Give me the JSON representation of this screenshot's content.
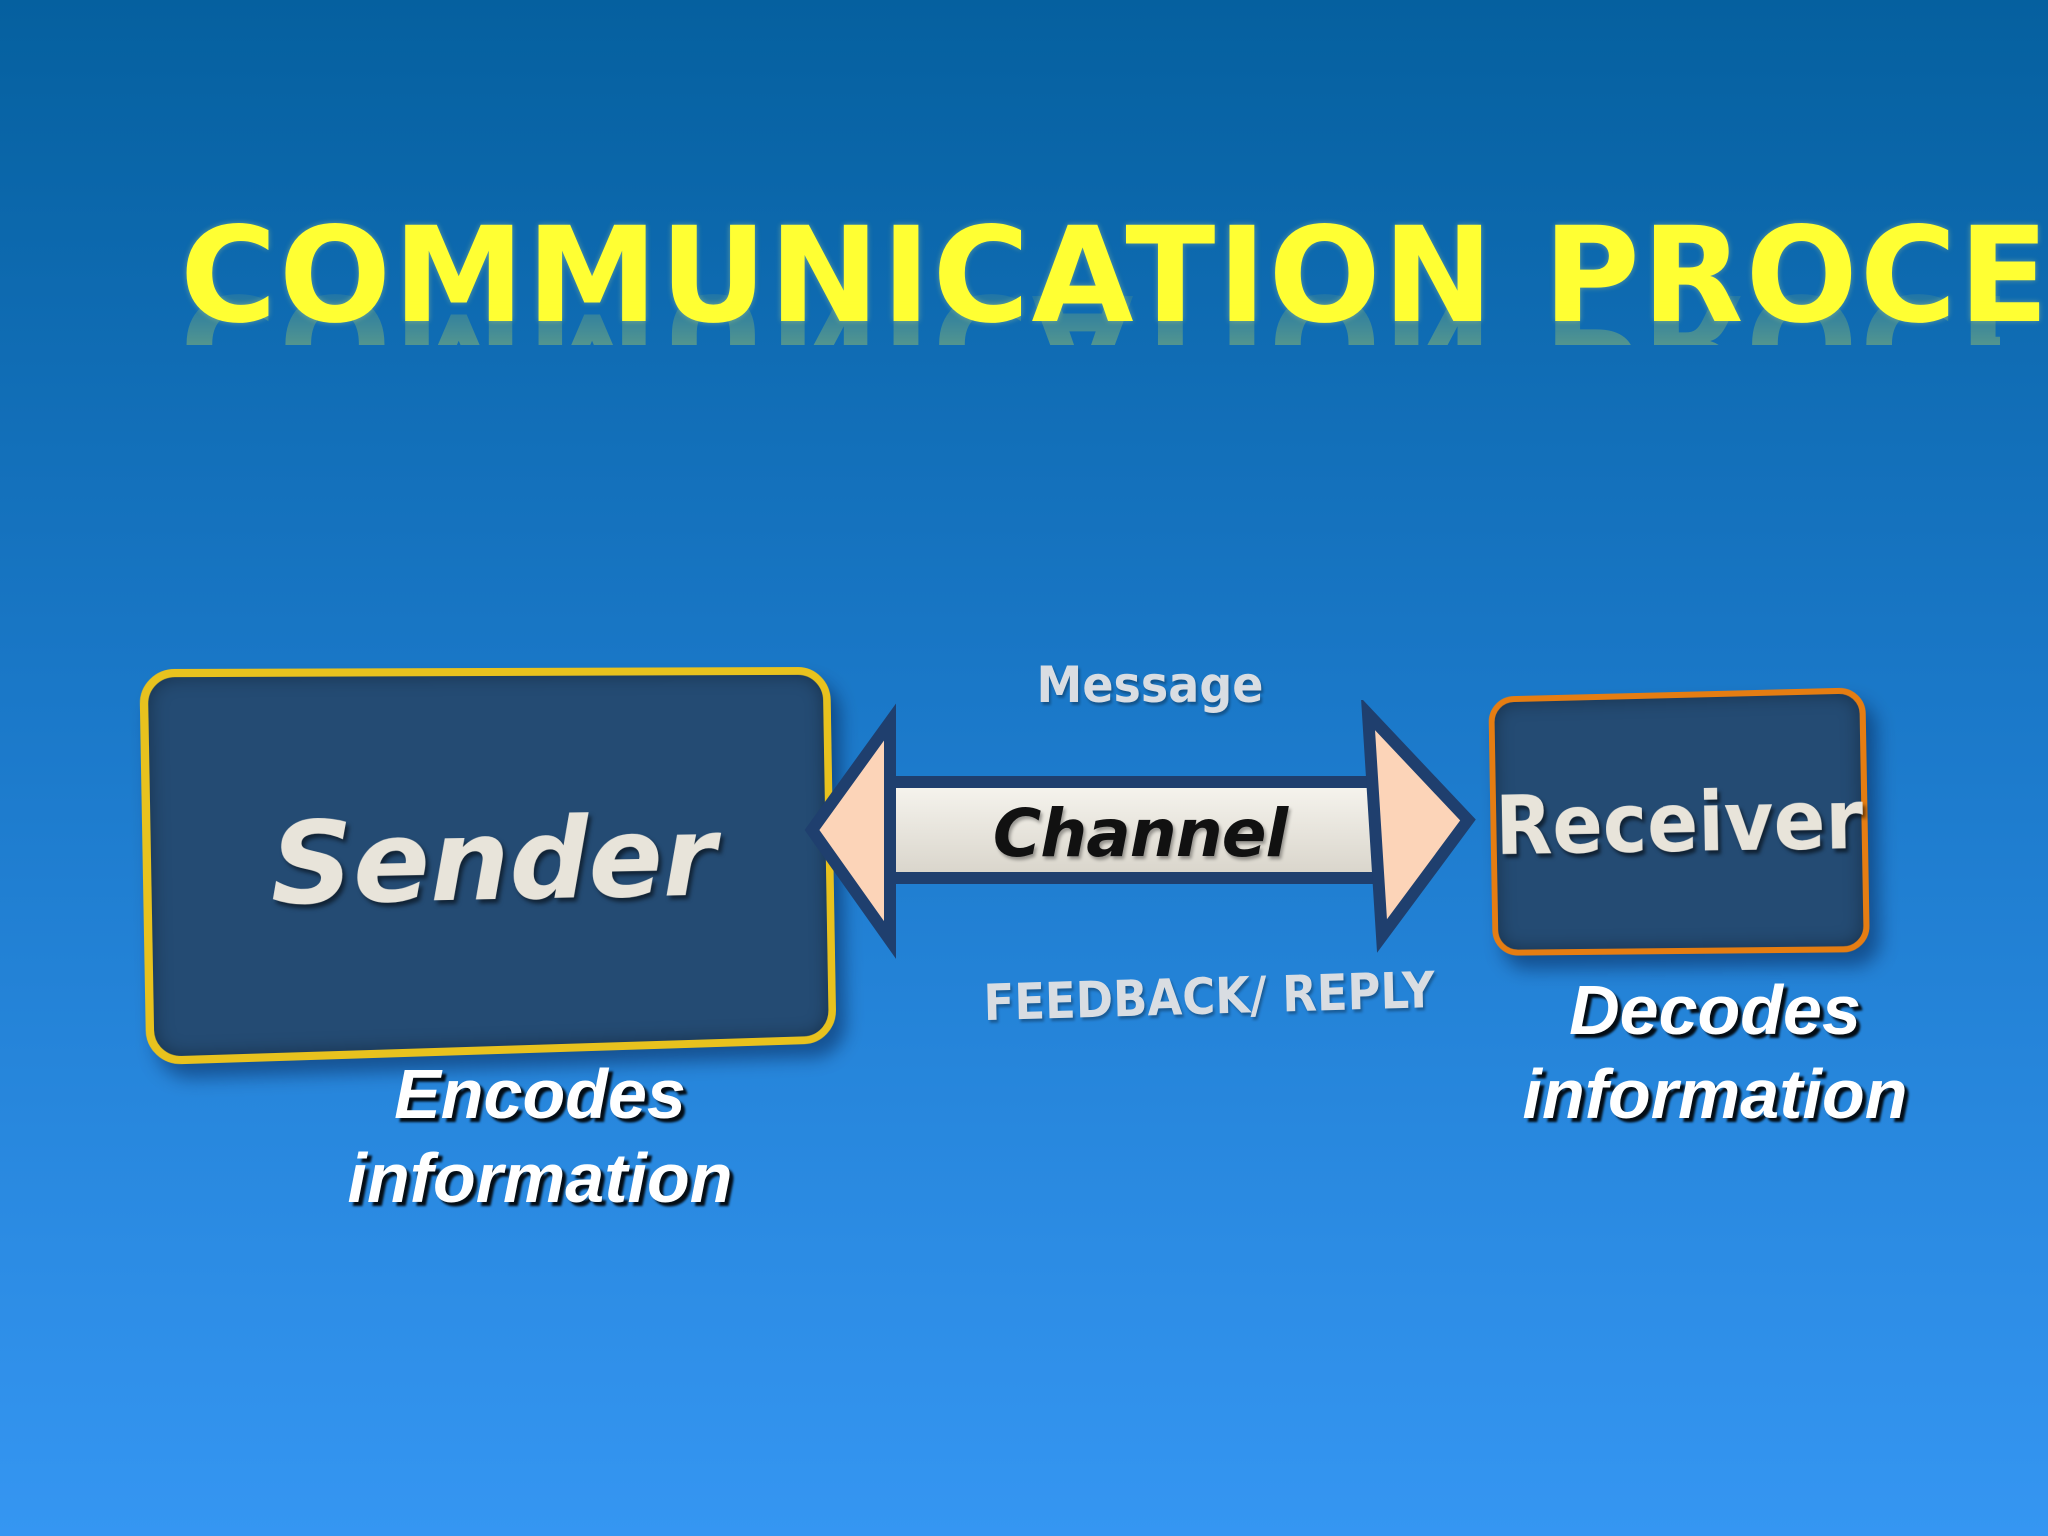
{
  "title": "COMMUNICATION PROCESS",
  "sender": {
    "label": "Sender",
    "caption_line1": "Encodes",
    "caption_line2": "information"
  },
  "receiver": {
    "label": "Receiver",
    "caption_line1": "Decodes",
    "caption_line2": "information"
  },
  "channel": {
    "label": "Channel",
    "message_label": "Message",
    "feedback_label": "FEEDBACK/ REPLY"
  },
  "colors": {
    "background_top": "#05609f",
    "background_mid": "#1a78c8",
    "background_bottom": "#3596f2",
    "title": "#ffff33",
    "box_fill": "#244b73",
    "box_text": "#e8e4da",
    "sender_border": "#e8c21e",
    "receiver_border": "#e57d12",
    "arrow_head": "#fcd4b8",
    "arrow_shaft": "#ece9e0",
    "arrow_outline": "#1f3f6e",
    "channel_text": "#111111",
    "muted_text": "#d9dde2"
  },
  "icons": {
    "left_arrow": "arrowhead-left-icon",
    "right_arrow": "arrowhead-right-icon"
  }
}
